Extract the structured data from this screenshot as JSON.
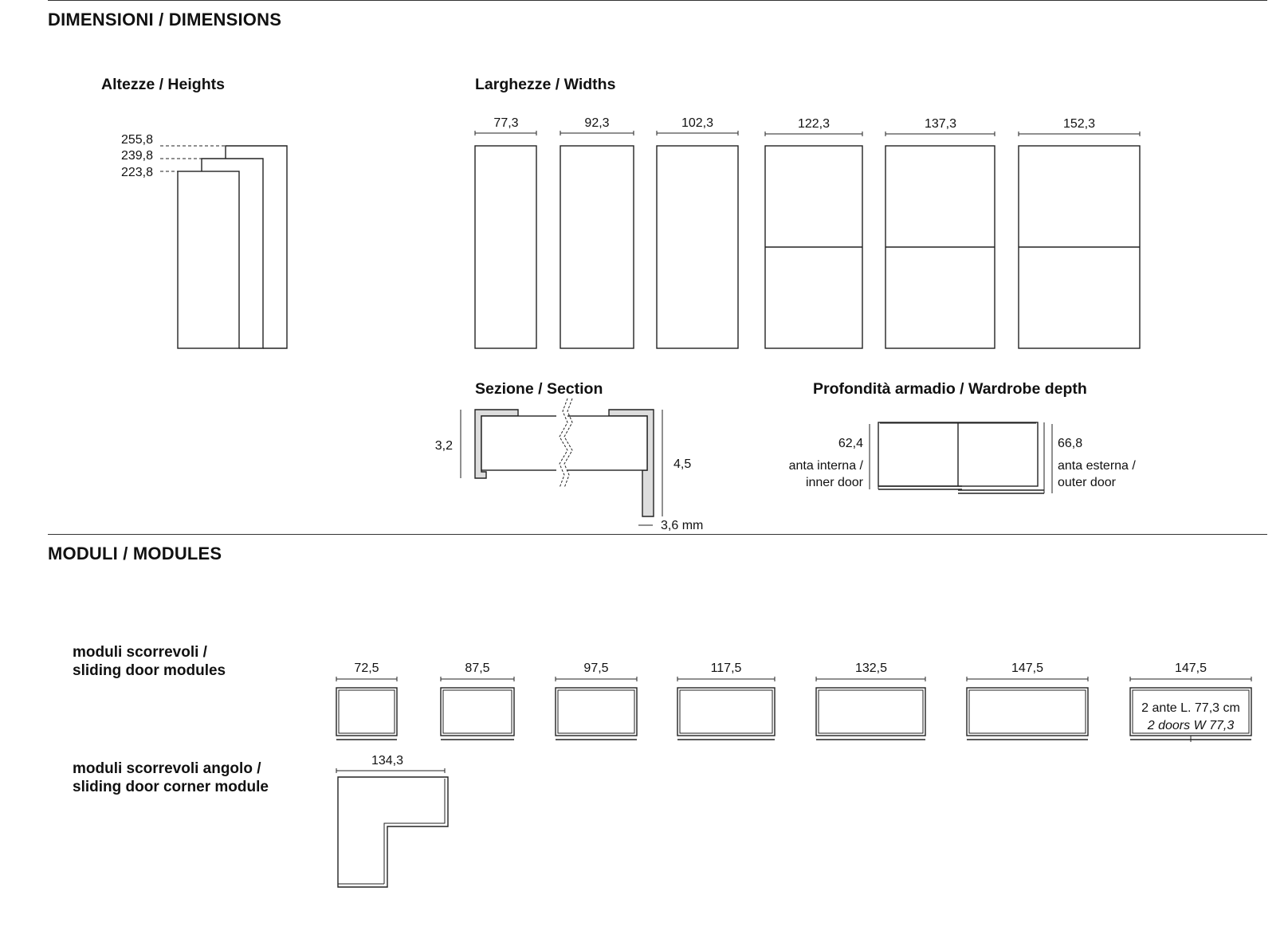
{
  "sections": {
    "dimensions_title": "DIMENSIONI / DIMENSIONS",
    "modules_title": "MODULI  / MODULES"
  },
  "heights": {
    "title": "Altezze  / Heights",
    "values": [
      "255,8",
      "239,8",
      "223,8"
    ]
  },
  "widths": {
    "title": "Larghezze / Widths",
    "values": [
      "77,3",
      "92,3",
      "102,3",
      "122,3",
      "137,3",
      "152,3"
    ]
  },
  "section_detail": {
    "title": "Sezione  / Section",
    "left_height": "3,2",
    "right_height": "4,5",
    "thickness": "3,6 mm"
  },
  "depth": {
    "title": "Profondità armadio  / Wardrobe depth",
    "inner_value": "62,4",
    "inner_label_1": "anta interna /",
    "inner_label_2": "inner door",
    "outer_value": "66,8",
    "outer_label_1": "anta esterna /",
    "outer_label_2": "outer  door"
  },
  "sliding_modules": {
    "label_1": "moduli scorrevoli /",
    "label_2": "sliding door modules",
    "values": [
      "72,5",
      "87,5",
      "97,5",
      "117,5",
      "132,5",
      "147,5",
      "147,5"
    ],
    "note_1": "2 ante L. 77,3 cm",
    "note_2": "2 doors W 77,3"
  },
  "corner_module": {
    "label_1": "moduli scorrevoli angolo /",
    "label_2": "sliding door corner module",
    "value": "134,3"
  }
}
